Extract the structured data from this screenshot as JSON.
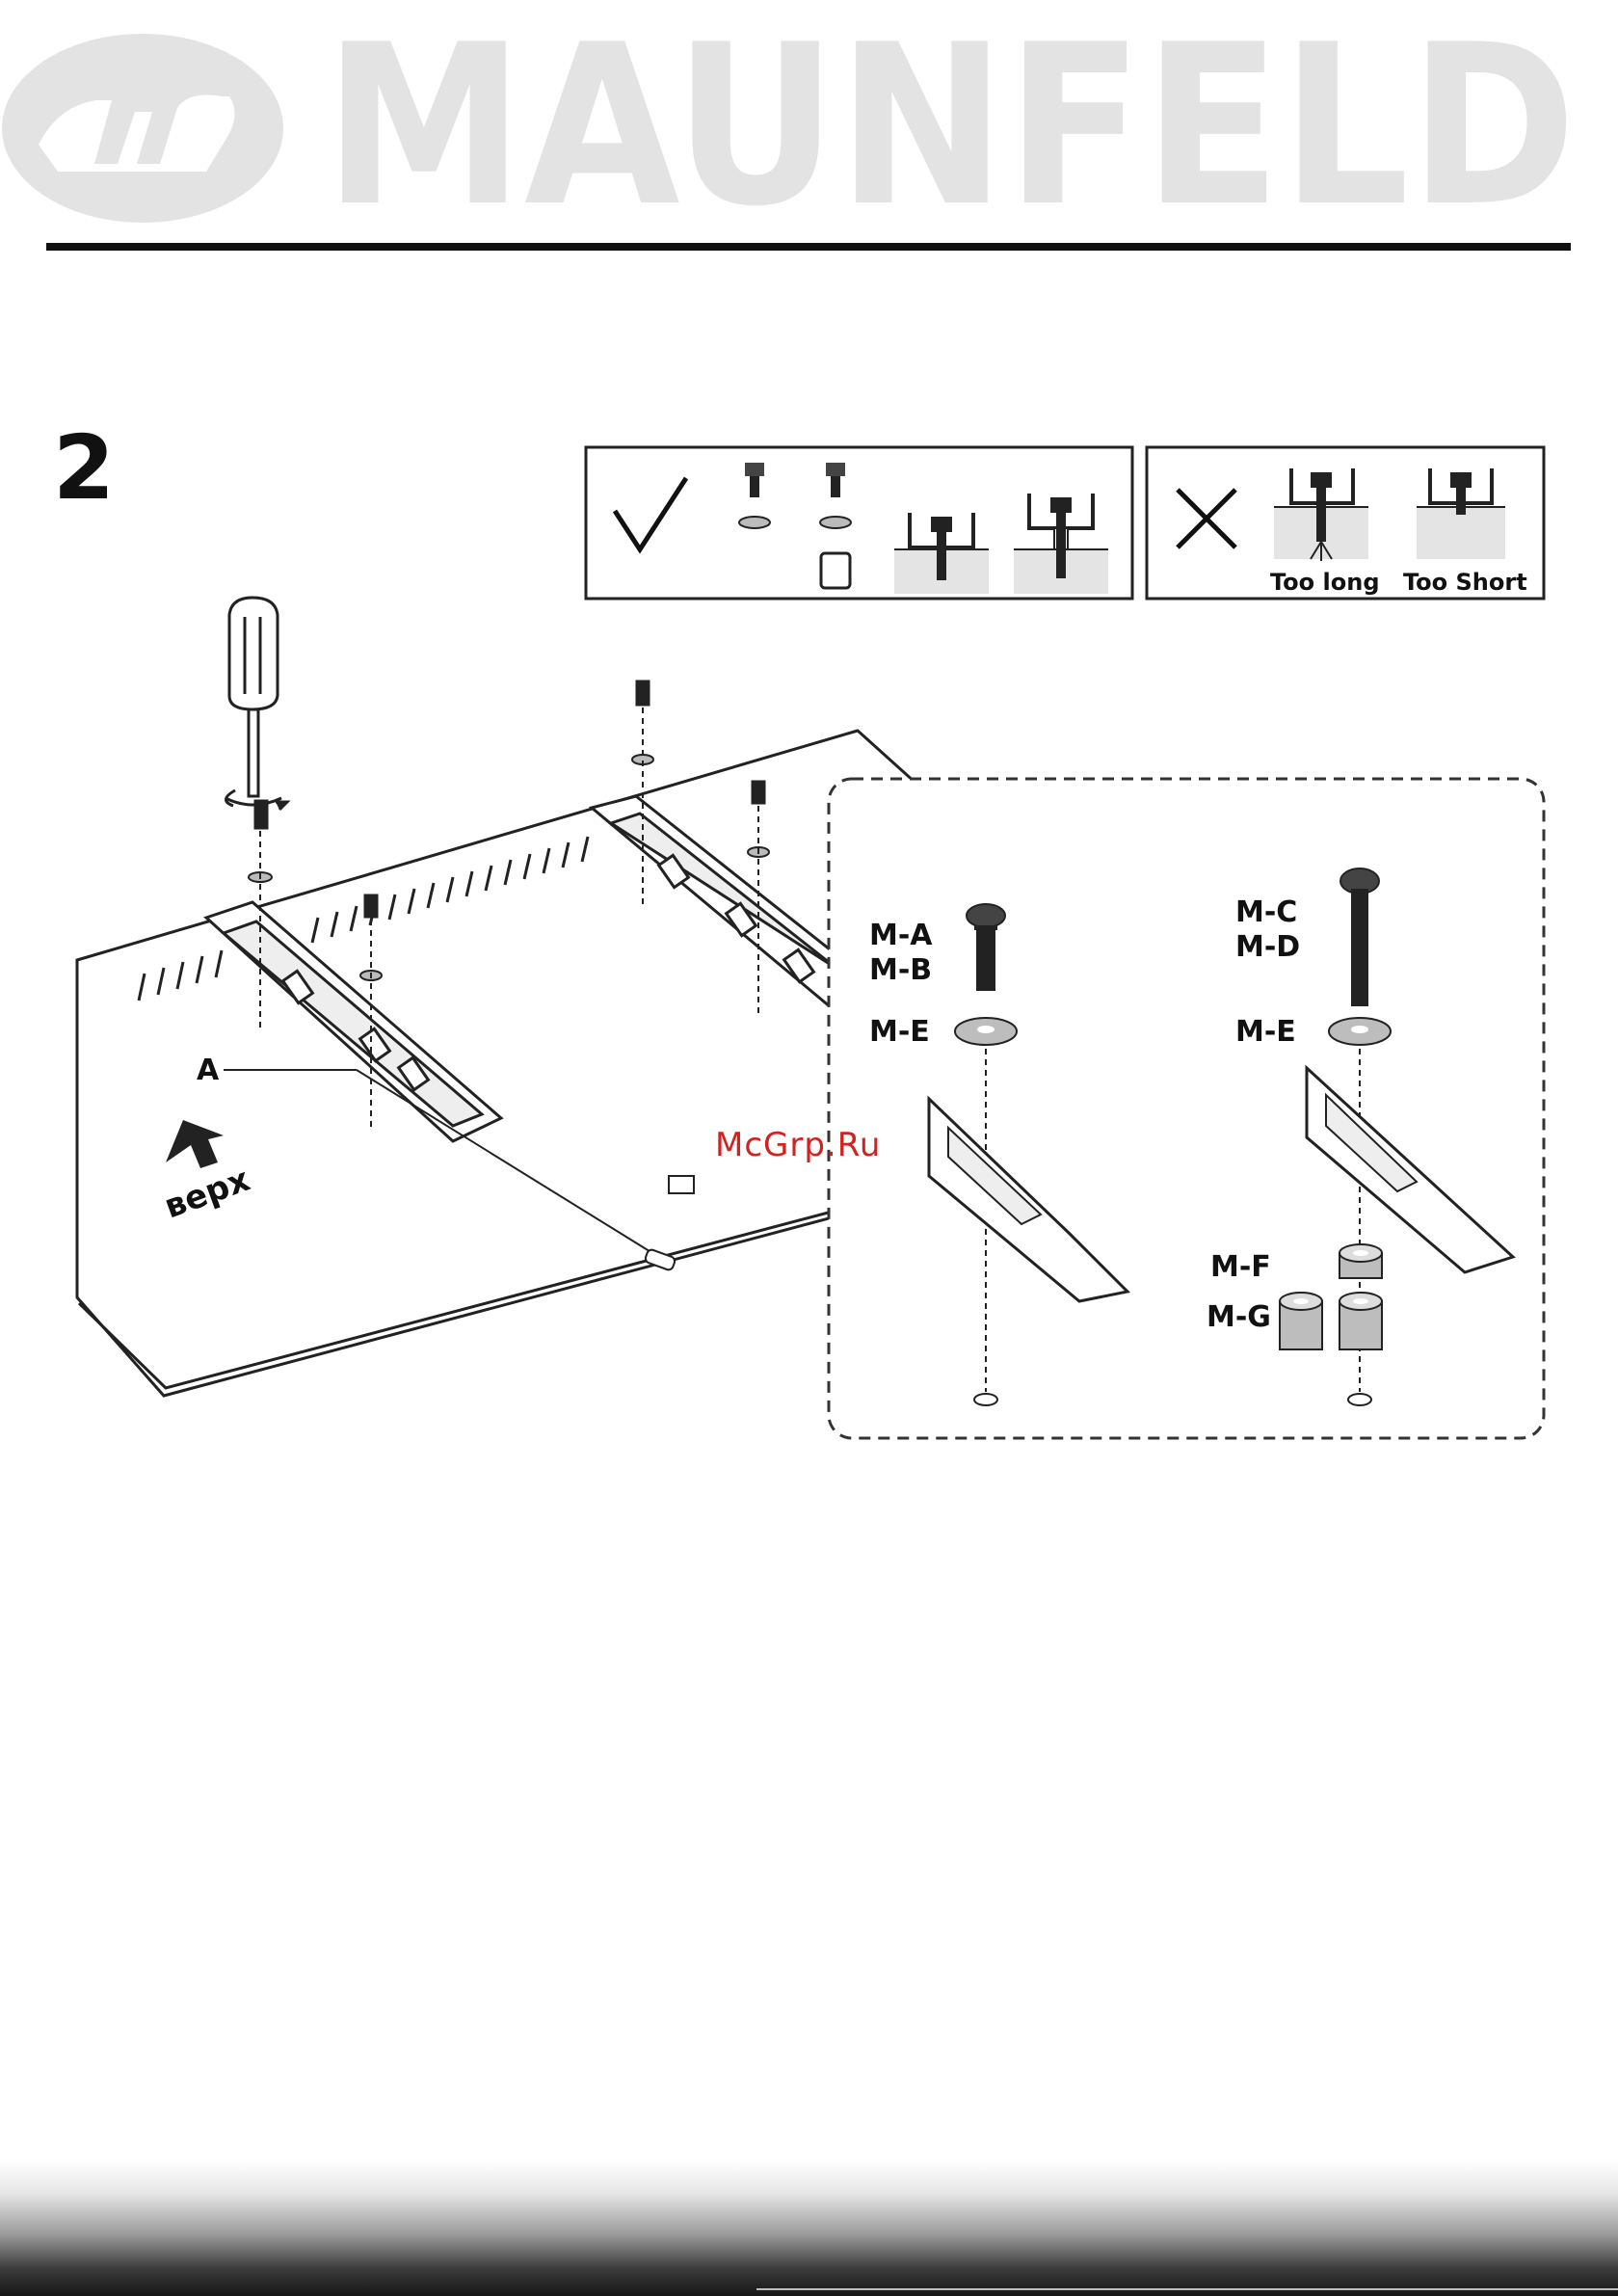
{
  "brand": {
    "name": "MAUNFELD",
    "logo_icon": "maunfeld-m-logo-icon",
    "color": "#e3e3e3"
  },
  "step": {
    "number": "2"
  },
  "correct_panel": {
    "icon": "check-mark-icon"
  },
  "wrong_panel": {
    "icon": "cross-mark-icon",
    "too_long": "Too long",
    "too_short": "Too Short"
  },
  "main_drawing": {
    "bracket_label": "A",
    "direction_label": "верх"
  },
  "detail": {
    "left_screw": [
      "M-A",
      "M-B"
    ],
    "left_washer": "M-E",
    "right_screw": [
      "M-C",
      "M-D"
    ],
    "right_washer": "M-E",
    "spacer_short": "M-F",
    "spacer_long": "M-G"
  },
  "watermark": "McGrp.Ru"
}
